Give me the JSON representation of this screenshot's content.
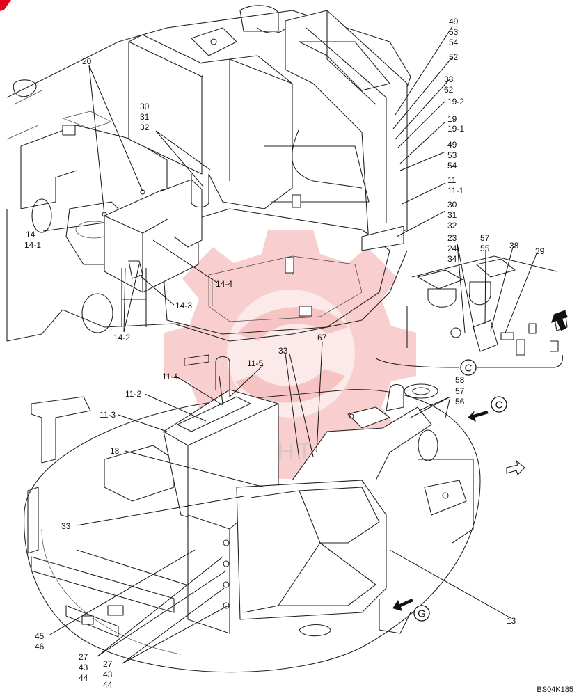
{
  "drawing_code": "BS04K185",
  "watermark_text": "HHTEX",
  "callouts": [
    {
      "letter": "C"
    },
    {
      "letter": "C"
    },
    {
      "letter": "G"
    }
  ],
  "part_labels": [
    {
      "id": "p20",
      "lines": [
        "20"
      ]
    },
    {
      "id": "p30a",
      "lines": [
        "30",
        "31",
        "32"
      ]
    },
    {
      "id": "p14",
      "lines": [
        "14",
        "14-1"
      ]
    },
    {
      "id": "p14-4",
      "lines": [
        "14-4"
      ]
    },
    {
      "id": "p14-3",
      "lines": [
        "14-3"
      ]
    },
    {
      "id": "p14-2",
      "lines": [
        "14-2"
      ]
    },
    {
      "id": "p49a",
      "lines": [
        "49",
        "53",
        "54"
      ]
    },
    {
      "id": "p52",
      "lines": [
        "52"
      ]
    },
    {
      "id": "p33a",
      "lines": [
        "33",
        "62"
      ]
    },
    {
      "id": "p19-2",
      "lines": [
        "19-2"
      ]
    },
    {
      "id": "p19",
      "lines": [
        "19",
        "19-1"
      ]
    },
    {
      "id": "p49b",
      "lines": [
        "49",
        "53",
        "54"
      ]
    },
    {
      "id": "p11",
      "lines": [
        "11",
        "11-1"
      ]
    },
    {
      "id": "p30b",
      "lines": [
        "30",
        "31",
        "32"
      ]
    },
    {
      "id": "p23",
      "lines": [
        "23",
        "24",
        "34"
      ]
    },
    {
      "id": "p57a",
      "lines": [
        "57",
        "55"
      ]
    },
    {
      "id": "p38",
      "lines": [
        "38"
      ]
    },
    {
      "id": "p39",
      "lines": [
        "39"
      ]
    },
    {
      "id": "p11-5",
      "lines": [
        "11-5"
      ]
    },
    {
      "id": "p33b",
      "lines": [
        "33"
      ]
    },
    {
      "id": "p67",
      "lines": [
        "67"
      ]
    },
    {
      "id": "p11-4",
      "lines": [
        "11-4"
      ]
    },
    {
      "id": "p11-2",
      "lines": [
        "11-2"
      ]
    },
    {
      "id": "p11-3",
      "lines": [
        "11-3"
      ]
    },
    {
      "id": "p18",
      "lines": [
        "18"
      ]
    },
    {
      "id": "p58",
      "lines": [
        "58",
        "57",
        "56"
      ]
    },
    {
      "id": "p33c",
      "lines": [
        "33"
      ]
    },
    {
      "id": "p13",
      "lines": [
        "13"
      ]
    },
    {
      "id": "p45",
      "lines": [
        "45",
        "46"
      ]
    },
    {
      "id": "p27a",
      "lines": [
        "27",
        "43",
        "44"
      ]
    },
    {
      "id": "p27b",
      "lines": [
        "27",
        "43",
        "44"
      ]
    }
  ]
}
